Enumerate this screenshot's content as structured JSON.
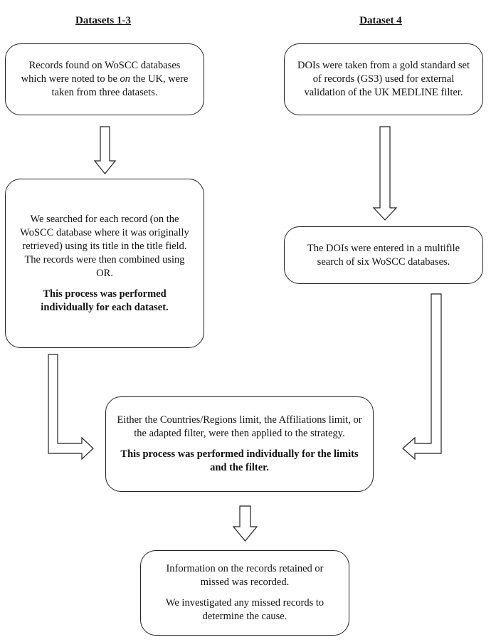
{
  "headings": {
    "left": "Datasets 1-3",
    "right": "Dataset 4"
  },
  "boxes": {
    "left_top": {
      "pre": "Records found on WoSCC databases which were noted to be ",
      "em": "on",
      "post": " the UK, were taken from three datasets."
    },
    "left_middle": {
      "text": "We searched for each record (on the WoSCC database where it was originally retrieved) using its title in the title field. The records were then combined using OR.",
      "bold": "This process was performed individually for each dataset."
    },
    "right_top": {
      "text": "DOIs were taken from a gold standard set of records (GS3) used for external validation of the UK MEDLINE filter."
    },
    "right_middle": {
      "text": "The DOIs were entered in a multifile search of six WoSCC databases."
    },
    "center": {
      "text": "Either the Countries/Regions limit, the Affiliations limit, or the adapted filter, were then applied to the strategy.",
      "bold": "This process was performed individually for the limits and the filter."
    },
    "bottom": {
      "text1": "Information on the records retained or missed was recorded.",
      "text2": "We investigated any missed records to determine the cause."
    }
  }
}
